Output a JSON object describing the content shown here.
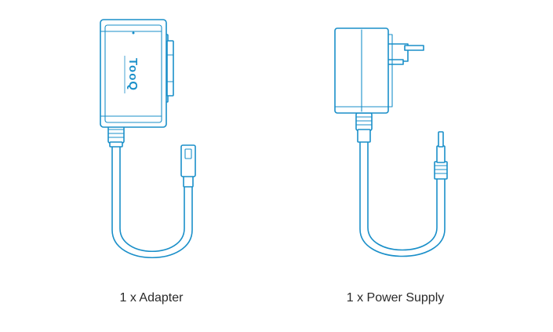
{
  "items": [
    {
      "caption": "1 x Adapter",
      "brand": "TooQ"
    },
    {
      "caption": "1 x Power Supply"
    }
  ],
  "colors": {
    "line": "#1a8fc9",
    "background": "#ffffff",
    "caption_text": "#2a2a2a"
  }
}
